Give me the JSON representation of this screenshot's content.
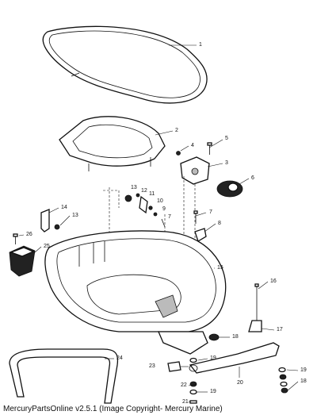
{
  "callouts": [
    {
      "id": "1",
      "text": "1"
    },
    {
      "id": "2",
      "text": "2"
    },
    {
      "id": "3",
      "text": "3"
    },
    {
      "id": "4",
      "text": "4"
    },
    {
      "id": "5",
      "text": "5"
    },
    {
      "id": "6",
      "text": "6"
    },
    {
      "id": "7a",
      "text": "7"
    },
    {
      "id": "7b",
      "text": "7"
    },
    {
      "id": "8",
      "text": "8"
    },
    {
      "id": "9",
      "text": "9"
    },
    {
      "id": "10",
      "text": "10"
    },
    {
      "id": "11",
      "text": "11"
    },
    {
      "id": "12",
      "text": "12"
    },
    {
      "id": "13a",
      "text": "13"
    },
    {
      "id": "13b",
      "text": "13"
    },
    {
      "id": "14",
      "text": "14"
    },
    {
      "id": "15",
      "text": "15"
    },
    {
      "id": "16",
      "text": "16"
    },
    {
      "id": "17",
      "text": "17"
    },
    {
      "id": "18a",
      "text": "18"
    },
    {
      "id": "18b",
      "text": "18"
    },
    {
      "id": "19a",
      "text": "19"
    },
    {
      "id": "19b",
      "text": "19"
    },
    {
      "id": "19c",
      "text": "19"
    },
    {
      "id": "20",
      "text": "20"
    },
    {
      "id": "21",
      "text": "21"
    },
    {
      "id": "22",
      "text": "22"
    },
    {
      "id": "23",
      "text": "23"
    },
    {
      "id": "24",
      "text": "24"
    },
    {
      "id": "25",
      "text": "25"
    },
    {
      "id": "26",
      "text": "26"
    }
  ],
  "footer": "MercuryPartsOnline v2.5.1 (Image Copyright- Mercury Marine)"
}
